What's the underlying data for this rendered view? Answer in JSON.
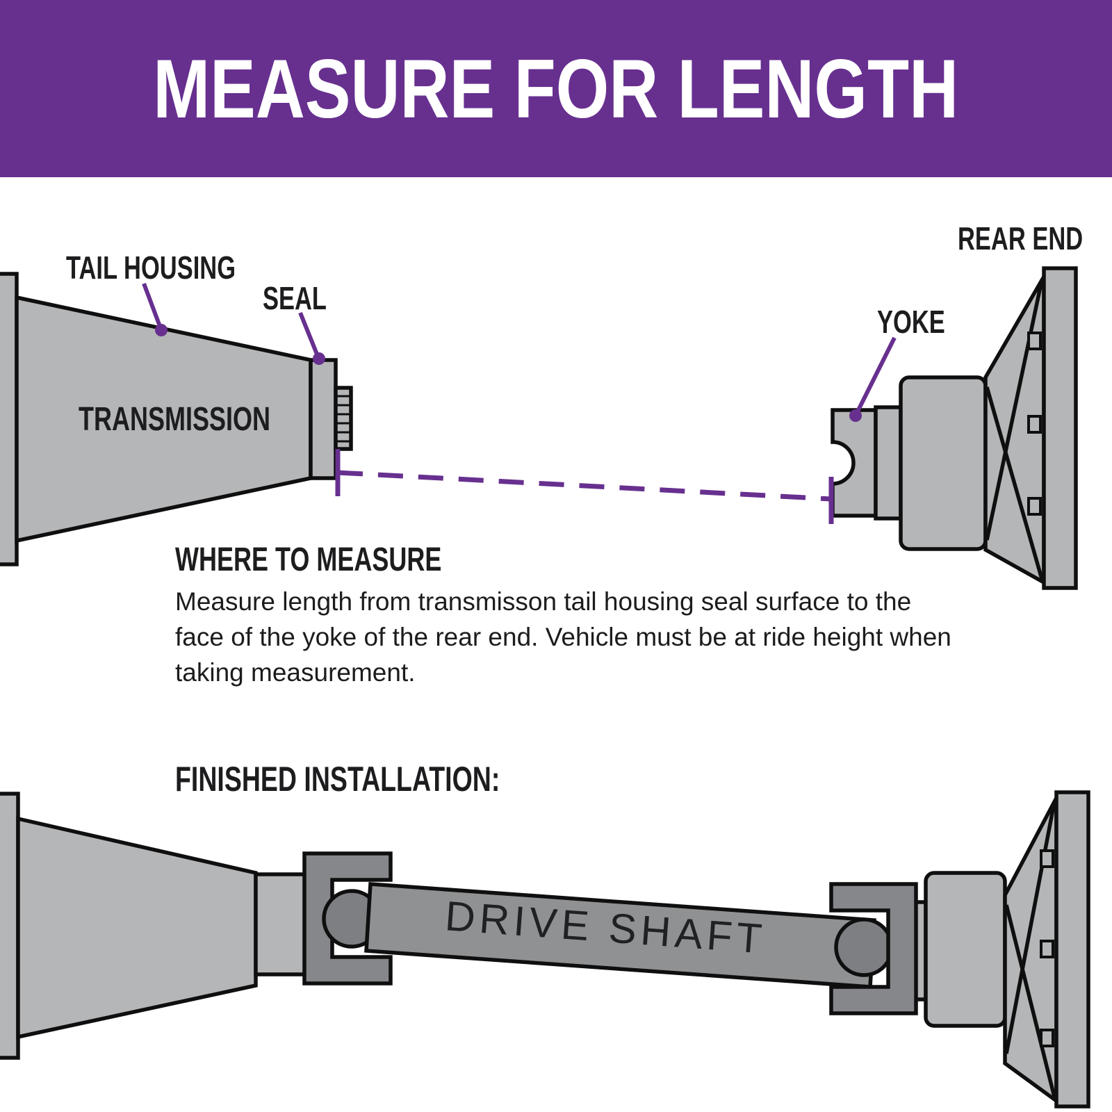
{
  "title": "MEASURE FOR LENGTH",
  "colors": {
    "purple": "#67308f",
    "part_gray": "#b4b6b8",
    "part_dark_gray": "#85878a",
    "shaft_gray": "#8f9193",
    "outline_black": "#0f0f0f",
    "text_black": "#1d1d1f",
    "background": "#ffffff"
  },
  "top_diagram": {
    "labels": {
      "tail_housing": "TAIL HOUSING",
      "seal": "SEAL",
      "transmission": "TRANSMISSION",
      "rear_end": "REAR END",
      "yoke": "YOKE"
    }
  },
  "where_to_measure": {
    "heading": "WHERE TO MEASURE",
    "body_lines": [
      "Measure length from transmisson tail housing seal surface to the",
      "face of the yoke of the rear end. Vehicle must be at ride height when",
      "taking measurement."
    ]
  },
  "finished_installation": {
    "heading": "FINISHED INSTALLATION:",
    "drive_shaft_label": "DRIVE SHAFT"
  }
}
